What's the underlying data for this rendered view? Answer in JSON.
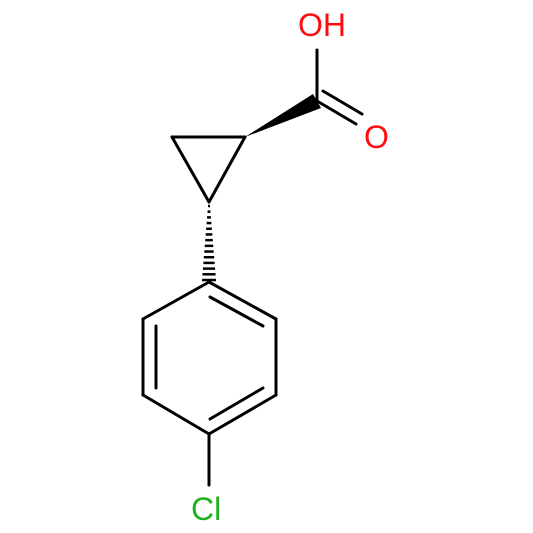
{
  "molecule": {
    "atoms": {
      "hydroxyl": "OH",
      "carbonyl_oxygen": "O",
      "chlorine": "Cl"
    },
    "colors": {
      "bond": "#000000",
      "oxygen": "#ff0d0d",
      "chlorine": "#1fb01f"
    }
  }
}
